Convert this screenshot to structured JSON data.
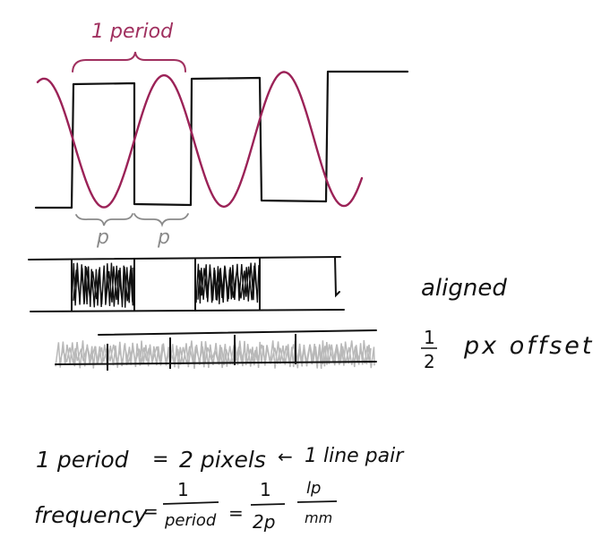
{
  "diagram": {
    "period_label": "1 period",
    "pixel_labels": [
      "p",
      "p"
    ],
    "aligned_label": "aligned",
    "offset_fraction": {
      "numerator": "1",
      "denominator": "2"
    },
    "offset_label": "px offset",
    "eq1": {
      "left": "1 period",
      "equals": "=",
      "right": "2 pixels",
      "arrow": "←",
      "note": "1 line pair"
    },
    "eq2": {
      "left": "frequency",
      "equals1": "=",
      "f1_num": "1",
      "f1_den": "period",
      "equals2": "=",
      "f2_num": "1",
      "f2_den": "2p",
      "unit_num": "lp",
      "unit_den": "mm"
    },
    "colors": {
      "ink": "#111111",
      "sine": "#9b2257",
      "bracket": "#a0305f",
      "pixel_label": "#8a8a8a",
      "gray_fill": "#b9b9b9"
    }
  }
}
